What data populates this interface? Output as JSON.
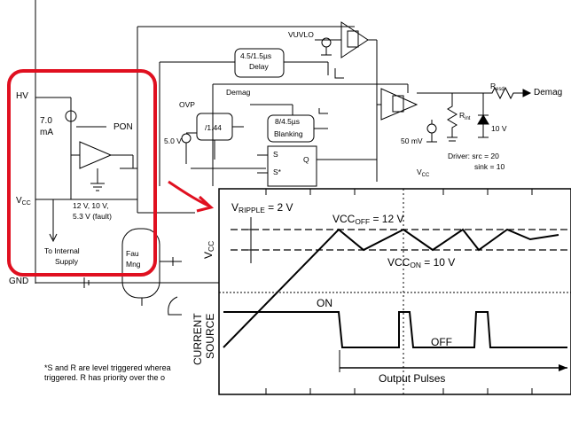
{
  "schematic": {
    "pins": {
      "hv": "HV",
      "vcc_main": "V",
      "vcc_sub": "CC",
      "gnd": "GND",
      "demag": "Demag"
    },
    "current_source": {
      "value": "7.0",
      "unit": "mA"
    },
    "pon": "PON",
    "uvlo_thresholds": [
      "12 V, 10 V,",
      "5.3 V (fault)"
    ],
    "supply_lines": [
      "To Internal",
      "Supply"
    ],
    "vuvlo": "VUVLO",
    "delay": [
      "4.5/1.5µs",
      "Delay"
    ],
    "ovp": "OVP",
    "ovp_ref": "5.0 V",
    "divider": "/1.44",
    "blanking": [
      "8/4.5µs",
      "Blanking"
    ],
    "demag_int": "Demag",
    "ref_50mv": "50 mV",
    "r_int_main": "R",
    "r_int_sub": "int",
    "r_esd_main": "R",
    "r_esd_sub": "esd",
    "zener": "10 V",
    "driver": [
      "Driver: src = 20",
      "sink = 10"
    ],
    "vcc_bottom_main": "V",
    "vcc_bottom_sub": "CC",
    "latch_s": "S",
    "latch_q": "Q",
    "latch_s_star": "S*",
    "fault_block": [
      "Fau",
      "Mng"
    ],
    "footnote": [
      "*S and R are level triggered wherea",
      "triggered. R has priority over the o"
    ]
  },
  "scope": {
    "ripple_main": "V",
    "ripple_sub": "RIPPLE",
    "ripple_val": "= 2 V",
    "vccoff_main": "VCC",
    "vccoff_sub": "OFF",
    "vccoff_val": "= 12 V",
    "vccon_main": "VCC",
    "vccon_sub": "ON",
    "vccon_val": "= 10 V",
    "vcc_axis": "V",
    "vcc_axis_sub": "CC",
    "cs_axis": [
      "CURRENT",
      "SOURCE"
    ],
    "on": "ON",
    "off": "OFF",
    "output_pulses": "Output Pulses"
  },
  "colors": {
    "highlight": "#e01020",
    "ink": "#000000",
    "arrow": "#e01020"
  }
}
